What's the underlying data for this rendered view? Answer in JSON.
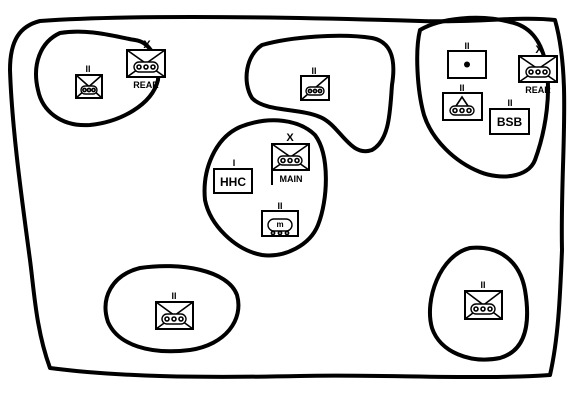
{
  "diagram": {
    "areas": [
      {
        "id": "brigade-area"
      },
      {
        "id": "nw-area"
      },
      {
        "id": "north-center-area"
      },
      {
        "id": "center-area"
      },
      {
        "id": "ne-area"
      },
      {
        "id": "sw-area"
      },
      {
        "id": "se-area"
      }
    ],
    "labels": {
      "rear_west": "REAR",
      "rear_east": "REAR",
      "main": "MAIN",
      "hhc": "HHC",
      "bsb": "BSB",
      "echelon_rear_west": "X",
      "echelon_main": "X",
      "echelon_rear_east": "X",
      "hhc_echelon": "I",
      "bsb_echelon": "II",
      "unit_echelon": "II"
    },
    "symbols": [
      {
        "name": "mech-infantry-unit",
        "location": "nw-area"
      },
      {
        "name": "brigade-rear-cp",
        "location": "nw-area"
      },
      {
        "name": "armor-recon-unit",
        "location": "north-center-area"
      },
      {
        "name": "brigade-main-cp",
        "location": "center-area"
      },
      {
        "name": "hhc-unit",
        "location": "center-area"
      },
      {
        "name": "mech-maintenance-unit",
        "location": "center-area"
      },
      {
        "name": "medical-unit",
        "location": "ne-area"
      },
      {
        "name": "armored-engineer-unit",
        "location": "ne-area"
      },
      {
        "name": "bsb-unit",
        "location": "ne-area"
      },
      {
        "name": "brigade-rear-cp-east",
        "location": "ne-area"
      },
      {
        "name": "mech-infantry-unit-sw",
        "location": "sw-area"
      },
      {
        "name": "mech-infantry-unit-se",
        "location": "se-area"
      }
    ]
  }
}
